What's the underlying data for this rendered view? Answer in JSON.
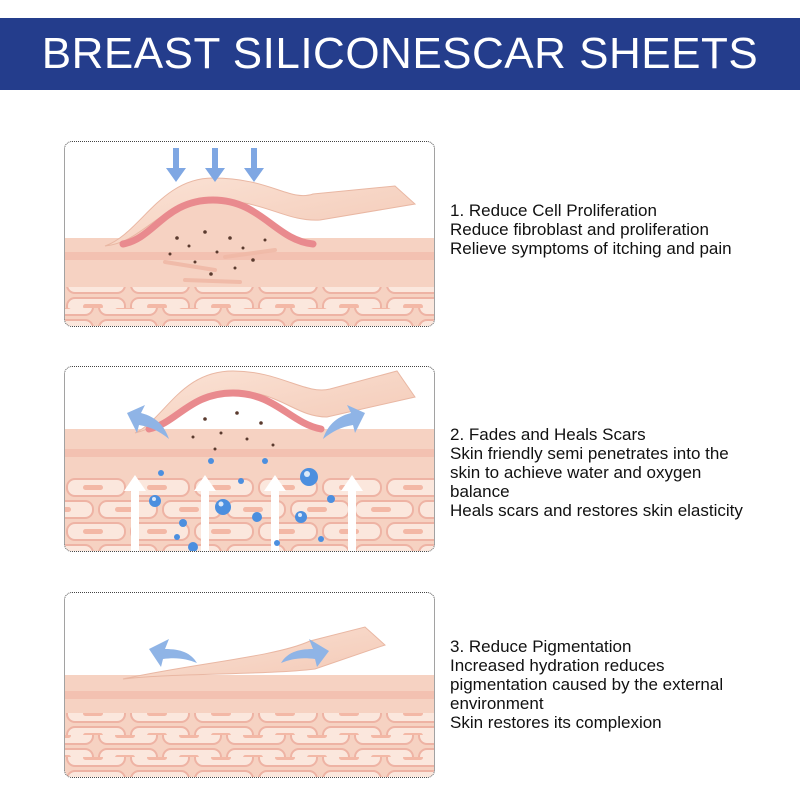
{
  "header": {
    "title": "BREAST SILICONESCAR SHEETS"
  },
  "colors": {
    "banner": "#243d8c",
    "arrow": "#8fb4e6",
    "skin": "#f6d2c2",
    "scar": "#e98a8e"
  },
  "steps": [
    {
      "heading": "1. Reduce Cell Proliferation",
      "lines": [
        "Reduce fibroblast and proliferation",
        "Relieve symptoms of itching and pain"
      ]
    },
    {
      "heading": "2. Fades and Heals Scars",
      "lines": [
        "Skin friendly semi penetrates into the",
        "skin to achieve water and oxygen",
        "balance",
        "Heals scars and restores skin elasticity"
      ]
    },
    {
      "heading": "3. Reduce Pigmentation",
      "lines": [
        "Increased hydration reduces",
        "pigmentation caused by the external",
        "environment",
        "Skin restores its complexion"
      ]
    }
  ]
}
